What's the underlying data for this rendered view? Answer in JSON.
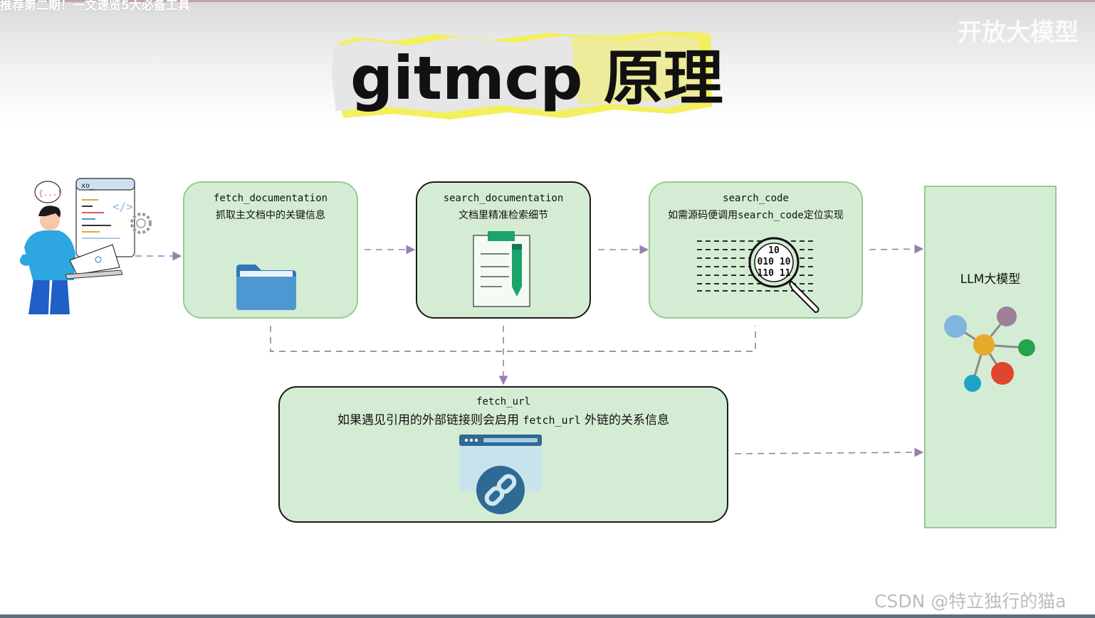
{
  "video_caption": "推荐第二期！一文速览5大必备工具",
  "corner_watermark": "开放大模型",
  "title": {
    "main": "gitmcp 原理"
  },
  "nodes": {
    "fetch_documentation": {
      "name": "fetch_documentation",
      "desc": "抓取主文档中的关键信息",
      "icon": "folder-icon"
    },
    "search_documentation": {
      "name": "search_documentation",
      "desc": "文档里精准检索细节",
      "icon": "document-pen-icon"
    },
    "search_code": {
      "name": "search_code",
      "desc_prefix": "如需源码便调用",
      "desc_code": "search_code",
      "desc_suffix": "定位实现",
      "icon": "binary-magnifier-icon",
      "icon_digits": [
        "10",
        "010 10",
        "110 11"
      ]
    },
    "fetch_url": {
      "name": "fetch_url",
      "desc_prefix": "如果遇见引用的外部链接则会启用 ",
      "desc_code": "fetch_url",
      "desc_suffix": " 外链的关系信息",
      "icon": "browser-link-icon"
    },
    "llm": {
      "label": "LLM大模型",
      "icon": "molecule-icon"
    }
  },
  "illustration": {
    "icon": "developer-laptop-illustration",
    "code_tag": "</>",
    "bubble": "{...}",
    "window_title": "xo_"
  },
  "colors": {
    "node_fill": "#d5ecd4",
    "node_border": "#95cb92",
    "arrow": "#9b7fb0",
    "title_highlight": "#f4ef5c"
  },
  "watermark": "CSDN @特立独行的猫a"
}
